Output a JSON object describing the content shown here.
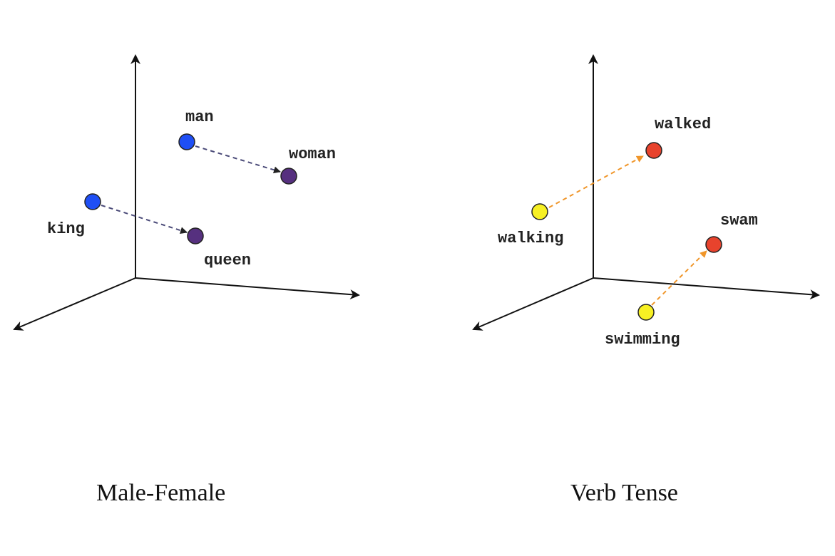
{
  "colors": {
    "male": "#1f4ff5",
    "female": "#56307f",
    "present": "#f7f023",
    "past": "#e8432d",
    "mf_arrow": "#4a4a78",
    "tense_arrow": "#f0962a",
    "axis": "#111111"
  },
  "panels": [
    {
      "id": "male-female",
      "caption": "Male-Female",
      "words": [
        "king",
        "queen",
        "man",
        "woman"
      ]
    },
    {
      "id": "verb-tense",
      "caption": "Verb Tense",
      "words": [
        "walking",
        "walked",
        "swimming",
        "swam"
      ]
    }
  ]
}
